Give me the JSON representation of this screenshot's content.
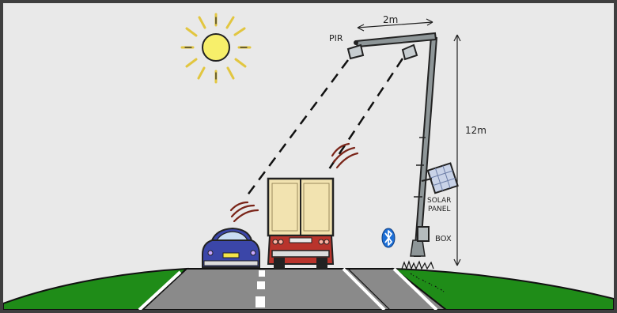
{
  "labels": {
    "pir": "PIR",
    "width": "2m",
    "height": "12m",
    "solar_line1": "SOLAR",
    "solar_line2": "PANEL",
    "box": "BOX"
  },
  "icons": {
    "sun": "sun-icon",
    "bluetooth": "bluetooth-icon"
  },
  "colors": {
    "sun": "#f7ef6a",
    "sun_rays": "#e2c640",
    "grass": "#1f8c18",
    "road": "#8a8a8a",
    "car": "#3b46a8",
    "truck_box": "#f2e3b0",
    "truck_cab": "#b9342c",
    "pole": "#8e9698",
    "signal": "#7a2418",
    "bluetooth": "#1d6fd6"
  }
}
